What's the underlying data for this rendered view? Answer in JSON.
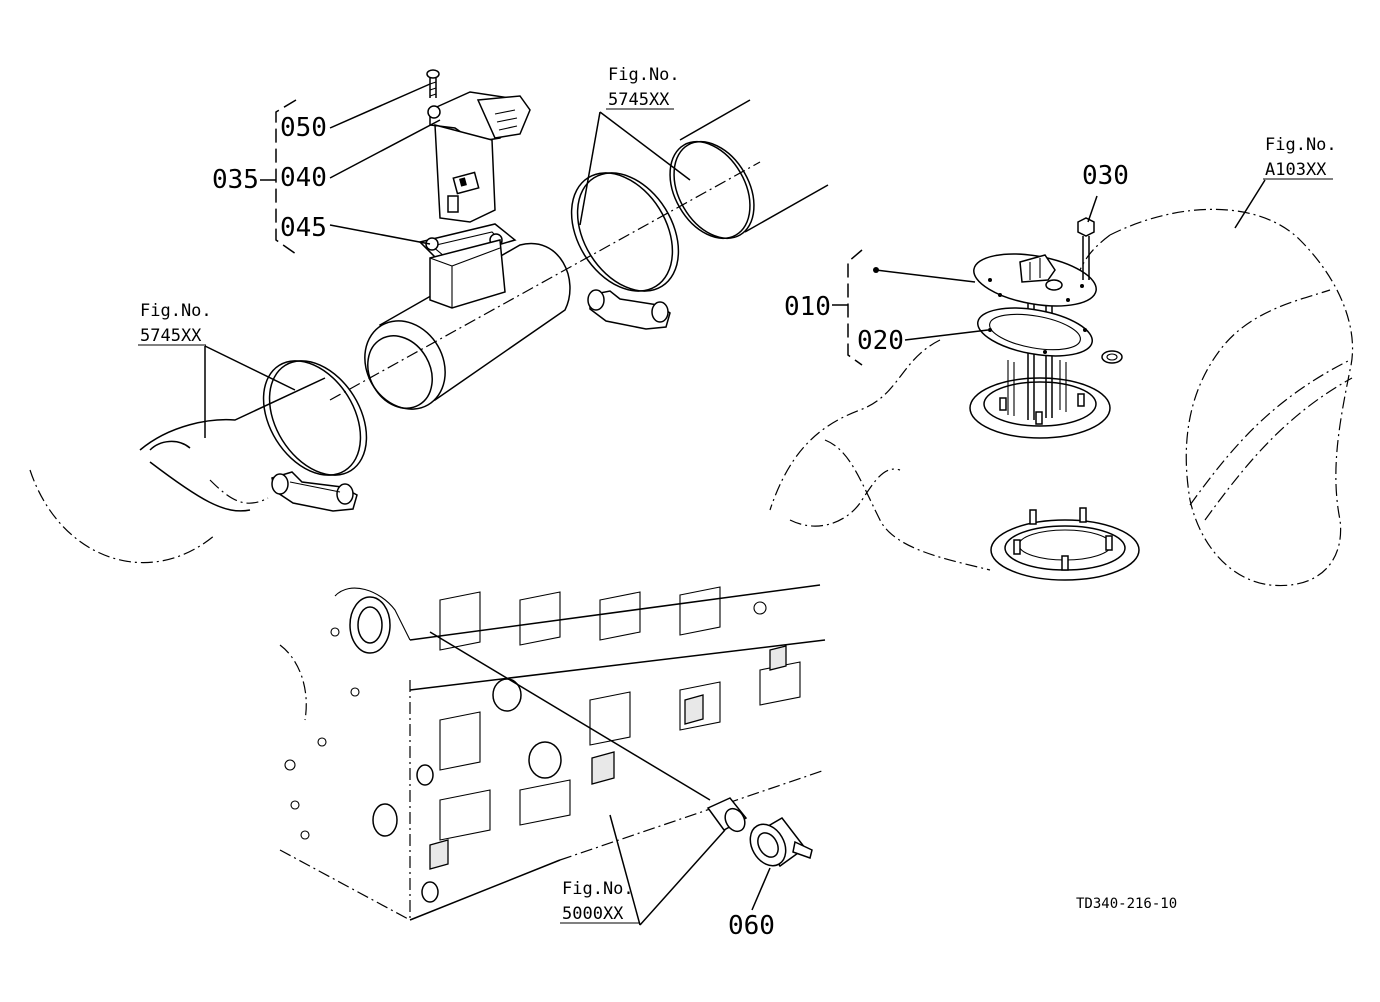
{
  "parts": {
    "p050": "050",
    "p040": "040",
    "p035": "035",
    "p045": "045",
    "p030": "030",
    "p010": "010",
    "p020": "020",
    "p060": "060"
  },
  "refs": {
    "top_pipe": {
      "label": "Fig.No.",
      "number": "5745XX"
    },
    "left_pipe": {
      "label": "Fig.No.",
      "number": "5745XX"
    },
    "tank": {
      "label": "Fig.No.",
      "number": "A103XX"
    },
    "engine": {
      "label": "Fig.No.",
      "number": "5000XX"
    }
  },
  "drawing_code": "TD340-216-10"
}
